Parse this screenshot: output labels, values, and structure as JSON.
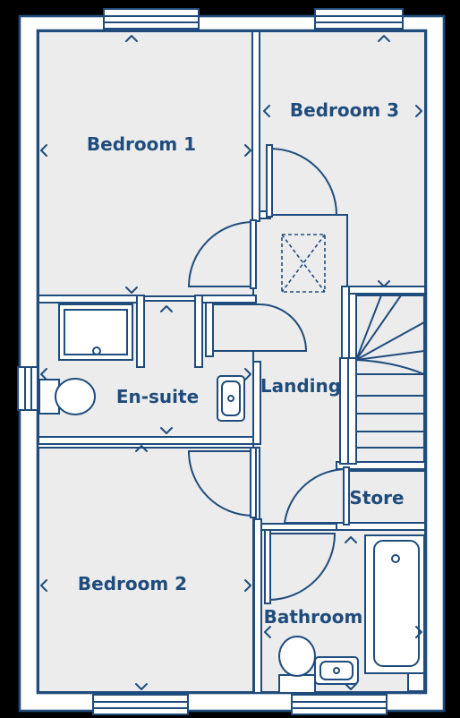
{
  "colors": {
    "background": "#000000",
    "floor": "#ececec",
    "line": "#1f4c7c",
    "wall_fill": "#ffffff"
  },
  "rooms": {
    "bedroom1": "Bedroom 1",
    "bedroom2": "Bedroom 2",
    "bedroom3": "Bedroom 3",
    "ensuite": "En-suite",
    "landing": "Landing",
    "store": "Store",
    "bathroom": "Bathroom"
  },
  "icons": {
    "dimension_arrow": "chevron-arrow",
    "loft_hatch": "dashed-square-with-x",
    "window": "window-frame",
    "door": "door-swing-arc"
  }
}
